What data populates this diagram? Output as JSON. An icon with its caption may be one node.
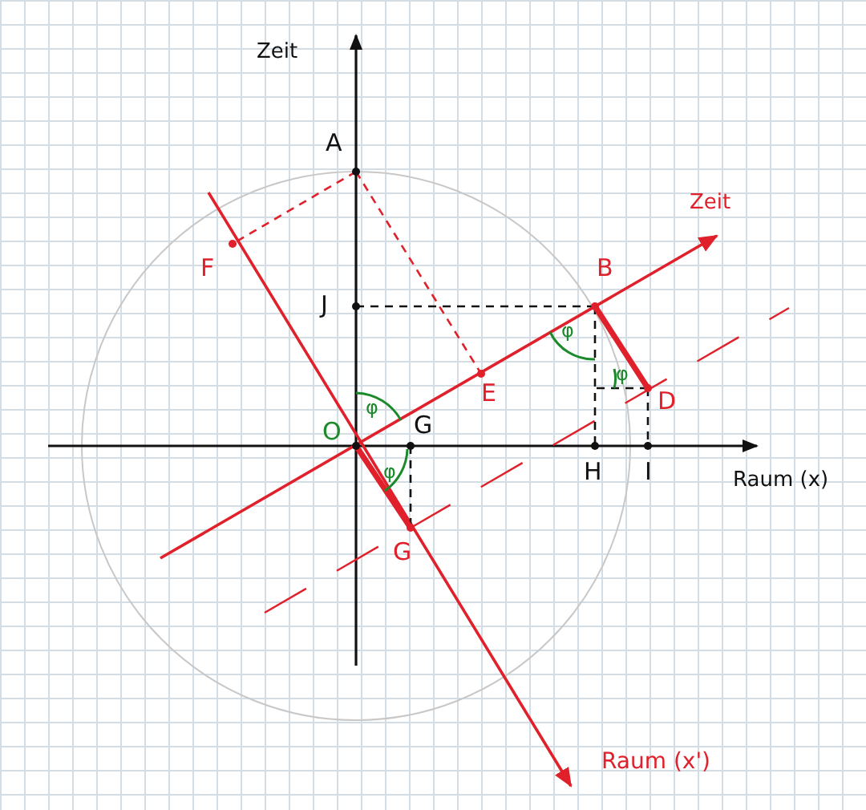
{
  "diagram": {
    "labels": [
      "Zeit",
      "A",
      "Zeit",
      "F",
      "B",
      "J",
      "φ",
      "E",
      "φ",
      "D",
      "φ",
      "O",
      "G",
      "φ",
      "H",
      "I",
      "Raum (x)",
      "G",
      "Raum (x')"
    ]
  }
}
